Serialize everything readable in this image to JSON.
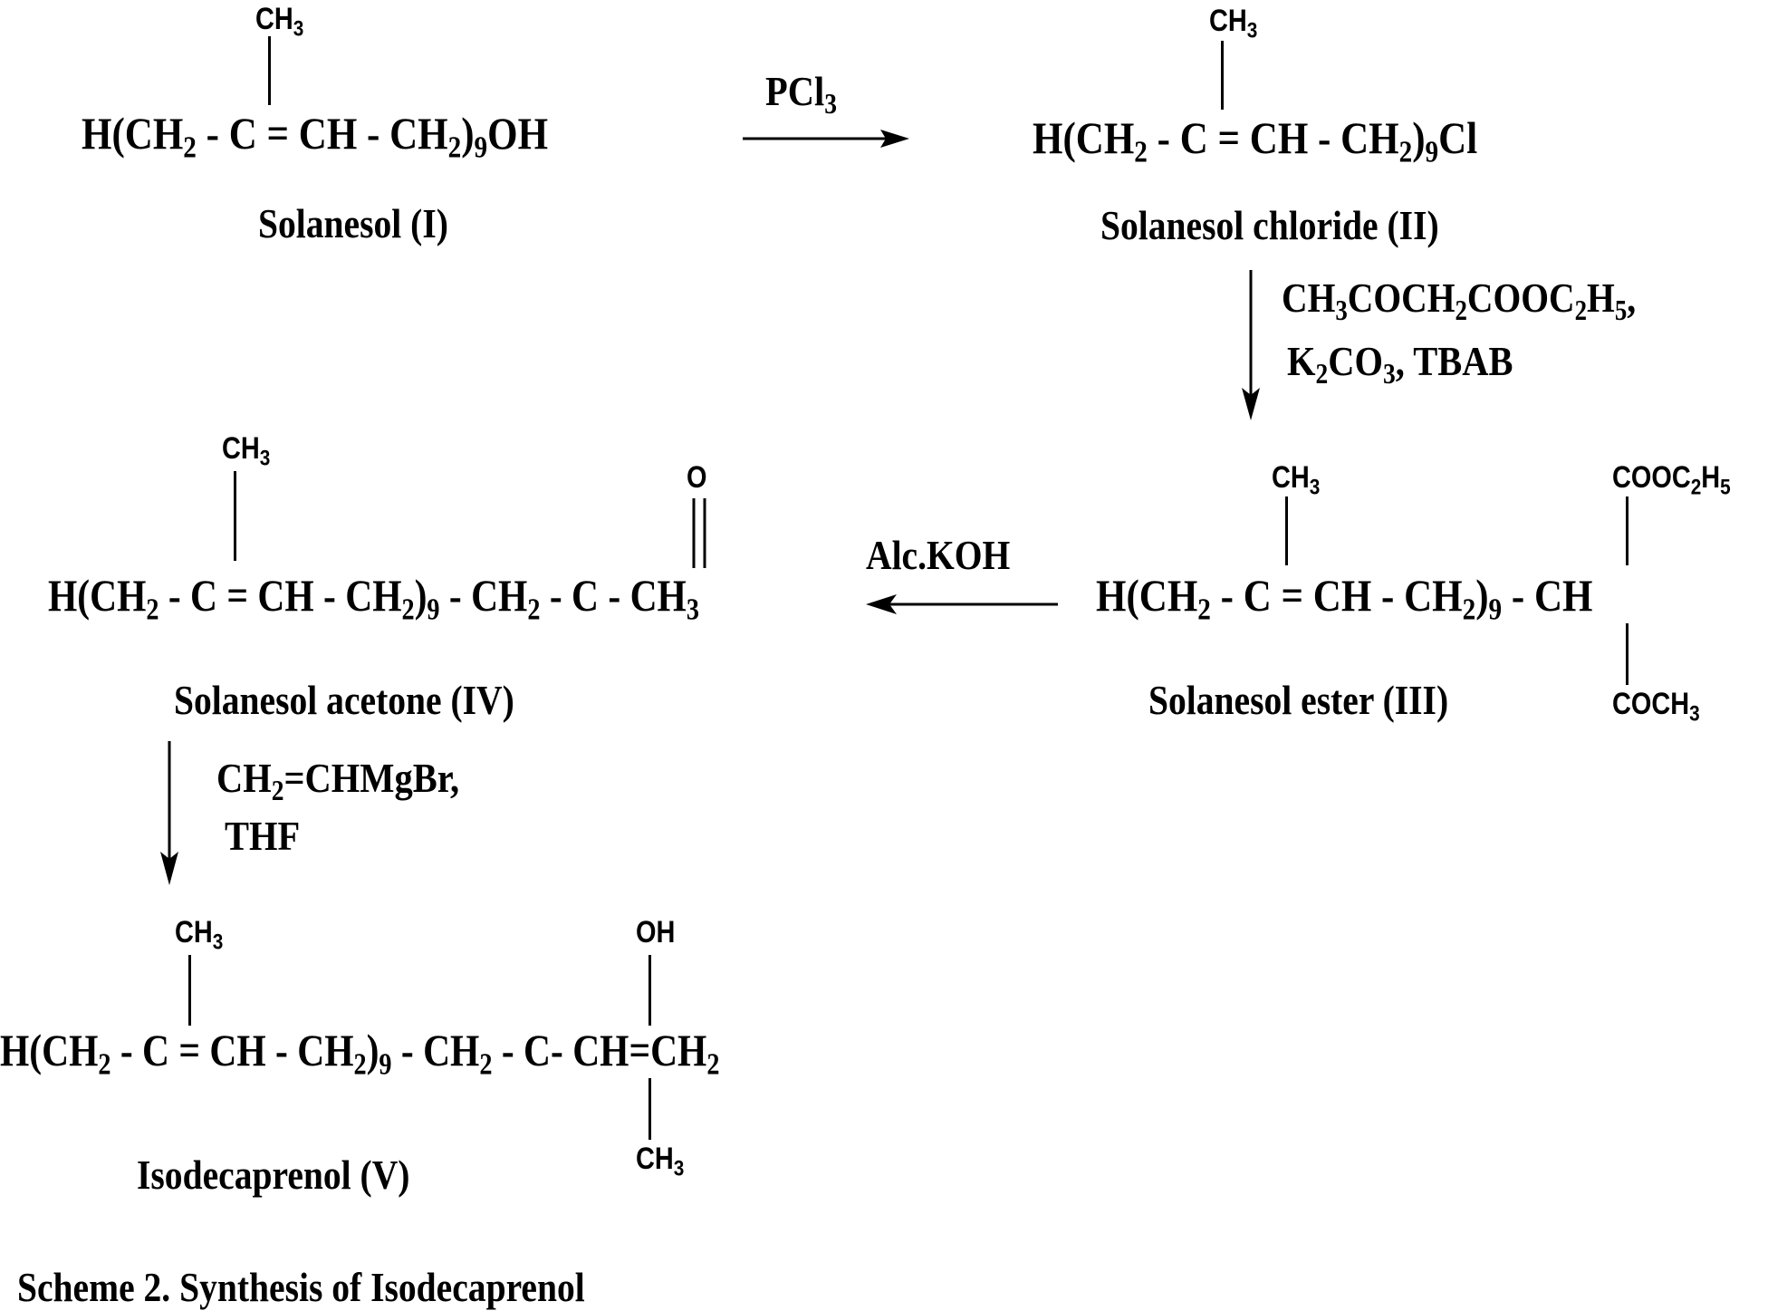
{
  "scheme": {
    "caption": "Scheme 2. Synthesis of Isodecaprenol",
    "compounds": [
      {
        "id": "I",
        "name": "Solanesol (I)",
        "formula_parts": [
          "H(CH",
          "2",
          " - C = CH - CH",
          "2",
          ")",
          "9",
          "OH"
        ],
        "substituents": {
          "top": [
            "CH",
            "3"
          ]
        }
      },
      {
        "id": "II",
        "name": "Solanesol chloride (II)",
        "formula_parts": [
          "H(CH",
          "2",
          " - C = CH - CH",
          "2",
          ")",
          "9",
          "Cl"
        ],
        "substituents": {
          "top": [
            "CH",
            "3"
          ]
        }
      },
      {
        "id": "III",
        "name": "Solanesol ester (III)",
        "formula_parts": [
          "H(CH",
          "2",
          " - C = CH - CH",
          "2",
          ")",
          "9",
          " - CH"
        ],
        "substituents": {
          "top_methyl": [
            "CH",
            "3"
          ],
          "top_ester": [
            "COOC",
            "2",
            "H",
            "5"
          ],
          "bottom": [
            "COCH",
            "3"
          ]
        }
      },
      {
        "id": "IV",
        "name": "Solanesol acetone (IV)",
        "formula_parts": [
          "H(CH",
          "2",
          " - C = CH - CH",
          "2",
          ")",
          "9",
          " - CH",
          "2",
          " - C - CH",
          "3"
        ],
        "substituents": {
          "top_methyl": [
            "CH",
            "3"
          ],
          "carbonyl": "O"
        }
      },
      {
        "id": "V",
        "name": "Isodecaprenol (V)",
        "formula_parts": [
          "H(CH",
          "2",
          " - C = CH - CH",
          "2",
          ")",
          "9",
          " - CH",
          "2",
          " - C- CH=CH",
          "2"
        ],
        "substituents": {
          "top_methyl": [
            "CH",
            "3"
          ],
          "top_hydroxyl": "OH",
          "bottom": [
            "CH",
            "3"
          ]
        }
      }
    ],
    "reactions": [
      {
        "from": "I",
        "to": "II",
        "direction": "right",
        "reagents": [
          [
            "PCl",
            "3"
          ]
        ]
      },
      {
        "from": "II",
        "to": "III",
        "direction": "down",
        "reagents": [
          [
            "CH",
            "3",
            "COCH",
            "2",
            "COOC",
            "2",
            "H",
            "5",
            ","
          ],
          [
            "K",
            "2",
            "CO",
            "3",
            ", TBAB"
          ]
        ]
      },
      {
        "from": "III",
        "to": "IV",
        "direction": "left",
        "reagents": [
          [
            "Alc.KOH"
          ]
        ]
      },
      {
        "from": "IV",
        "to": "V",
        "direction": "down",
        "reagents": [
          [
            "CH",
            "2",
            "=CHMgBr,"
          ],
          [
            "THF"
          ]
        ]
      }
    ]
  }
}
